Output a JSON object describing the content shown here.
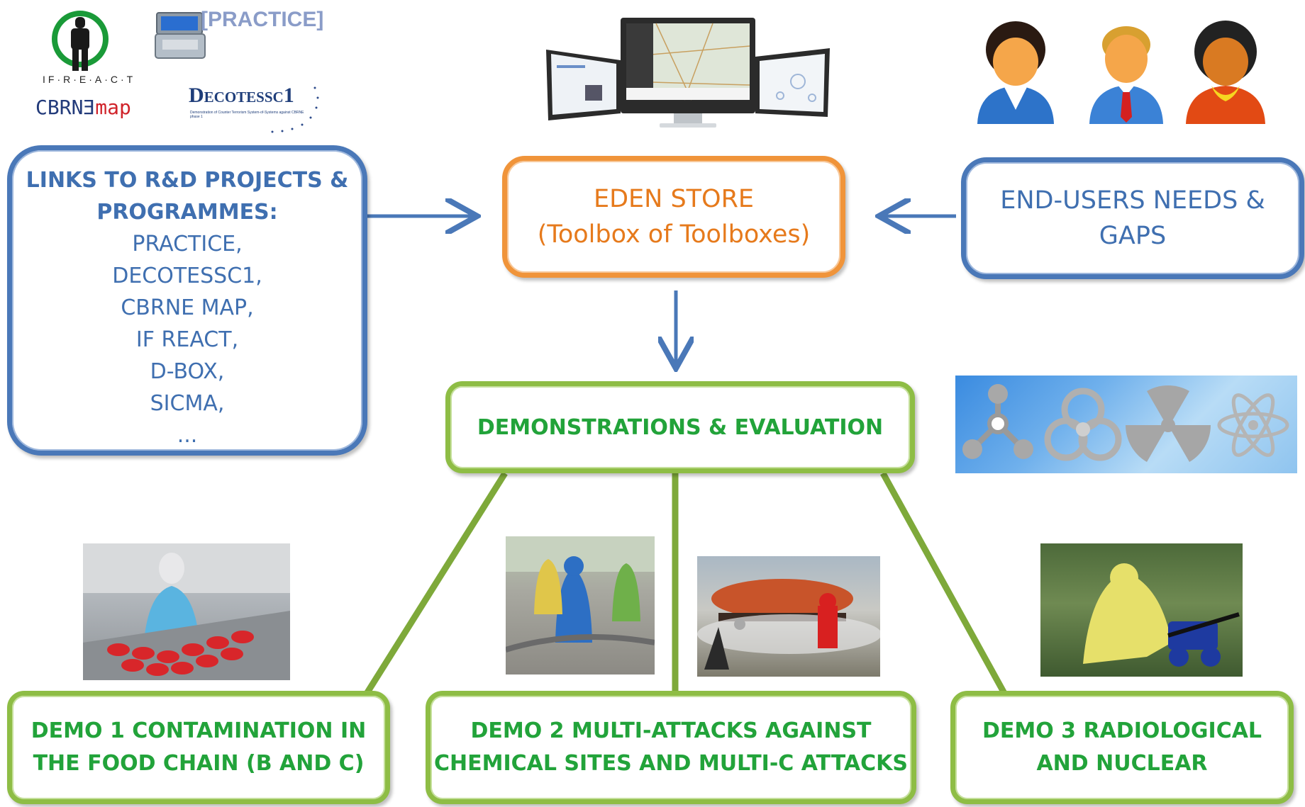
{
  "logos": {
    "ifreact": "IF·R·E·A·C·T",
    "practice": "[PRACTICE]",
    "cbrne": "CBRN",
    "cbrne_e": "E",
    "cbrne_map": "map",
    "decotessc": "Decotessc1",
    "decotessc_sub": "Demonstration of Counter Terrorism System-of-Systems against CBRNE phase 1"
  },
  "links_box": {
    "heading1": "LINKS TO R&D PROJECTS &",
    "heading2": "PROGRAMMES:",
    "items": [
      "PRACTICE,",
      "DECOTESSC1,",
      "CBRNE MAP,",
      "IF REACT,",
      "D-BOX,",
      "SICMA,",
      "..."
    ]
  },
  "eden_box": {
    "line1": "EDEN STORE",
    "line2": "(Toolbox of Toolboxes)"
  },
  "needs_box": {
    "line1": "END-USERS NEEDS &",
    "line2": "GAPS"
  },
  "demo_eval": "DEMONSTRATIONS & EVALUATION",
  "demos": [
    {
      "line1": "DEMO 1 CONTAMINATION IN",
      "line2": "THE FOOD CHAIN (B AND C)"
    },
    {
      "line1": "DEMO 2 MULTI-ATTACKS AGAINST",
      "line2": "CHEMICAL SITES AND MULTI-C ATTACKS"
    },
    {
      "line1": "DEMO 3 RADIOLOGICAL",
      "line2": "AND NUCLEAR"
    }
  ],
  "icons": [
    "chemical-icon",
    "biohazard-icon",
    "radiation-icon",
    "atom-icon",
    "monitor-icon",
    "user-icon"
  ],
  "colors": {
    "blue": "#4a78b8",
    "orange": "#f0943a",
    "green": "#8ebd45",
    "green_text": "#22a33a"
  }
}
